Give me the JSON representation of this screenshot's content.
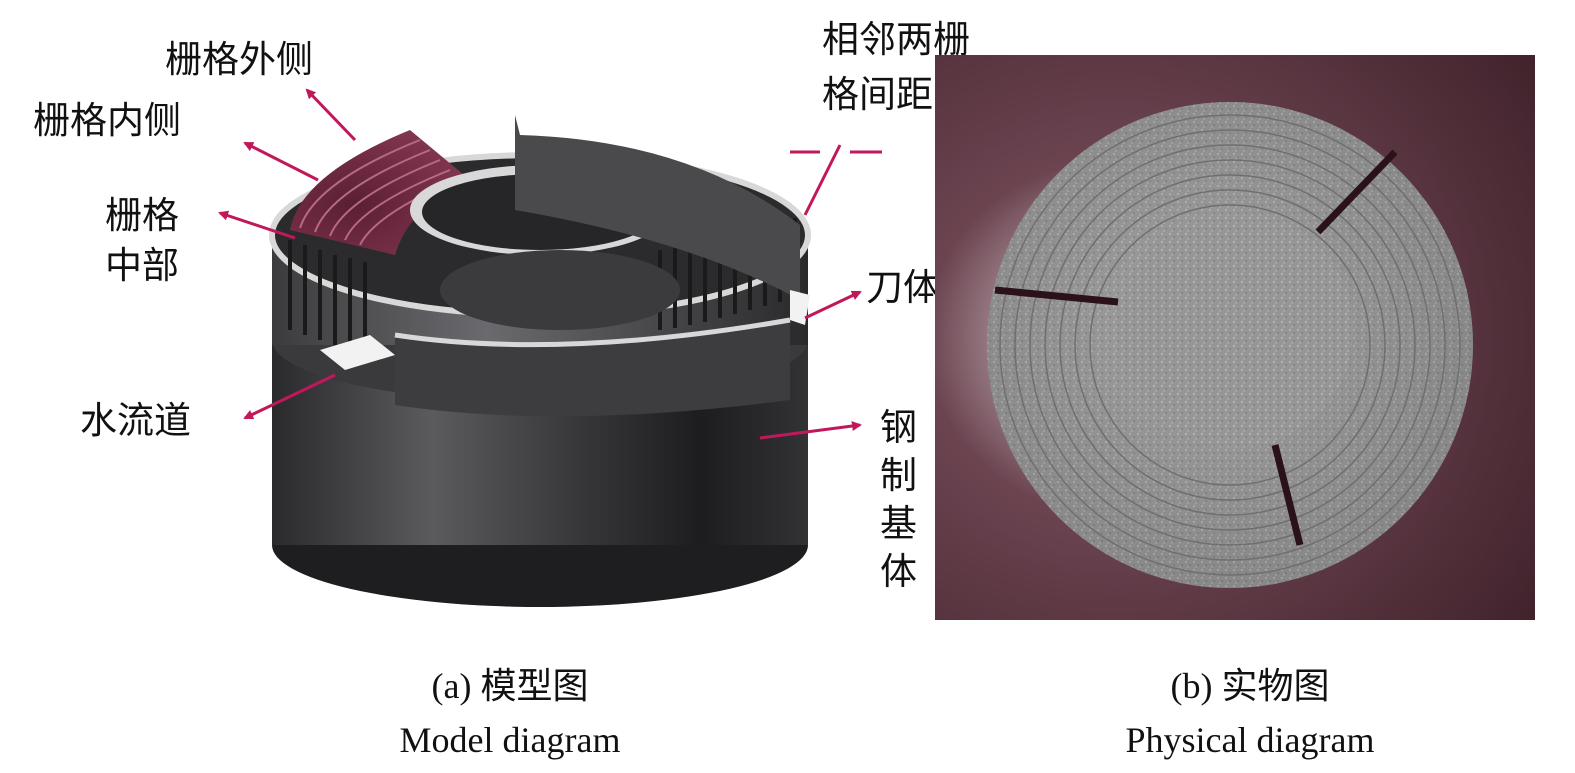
{
  "model": {
    "labels": {
      "grid_outer": "栅格外侧",
      "grid_inner": "栅格内侧",
      "grid_middle_line1": "栅格",
      "grid_middle_line2": "中部",
      "water_channel": "水流道",
      "spacing_line1": "相邻两栅",
      "spacing_line2": "格间距离",
      "blade_body": "刀体",
      "steel_base_1": "钢",
      "steel_base_2": "制",
      "steel_base_3": "基",
      "steel_base_4": "体"
    },
    "caption_cn": "(a) 模型图",
    "caption_en": "Model diagram"
  },
  "physical": {
    "caption_cn": "(b) 实物图",
    "caption_en": "Physical diagram"
  },
  "colors": {
    "arrow": "#c2185b",
    "grid_top": "#7a2a45",
    "body_dark": "#2e2e30",
    "photo_bg": "#4a2a34",
    "disc": "#9a9a9a"
  }
}
